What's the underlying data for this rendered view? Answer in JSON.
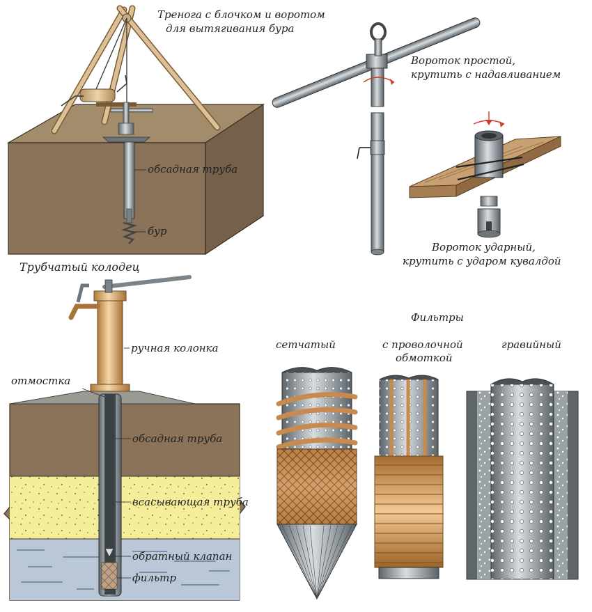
{
  "labels": {
    "tripod_line1": "Тренога с блочком и воротом",
    "tripod_line2": "для вытягивания бура",
    "casing_top": "обсадная труба",
    "drill": "бур",
    "simple_line1": "Вороток простой,",
    "simple_line2": "крутить с надавливанием",
    "impact_line1": "Вороток ударный,",
    "impact_line2": "крутить с ударом кувалдой",
    "tube_well": "Трубчатый колодец",
    "hand_pump": "ручная колонка",
    "blind_area": "отмостка",
    "casing_bottom": "обсадная труба",
    "suction_pipe": "всасывающая труба",
    "check_valve": "обратный клапан",
    "filter": "фильтр",
    "filters_title": "Фильтры",
    "mesh": "сетчатый",
    "wire_line1": "с проволочной",
    "wire_line2": "обмоткой",
    "gravel": "гравийный"
  },
  "colors": {
    "soil": "#8a7358",
    "soil_top": "#a38c6b",
    "soil_side": "#75604a",
    "sand": "#f4ee9a",
    "water": "#b9c7d6",
    "wood": "#d9b98d",
    "metal": "#8e969c",
    "copper": "#cf9a5e",
    "pump": "#dcae6e"
  }
}
